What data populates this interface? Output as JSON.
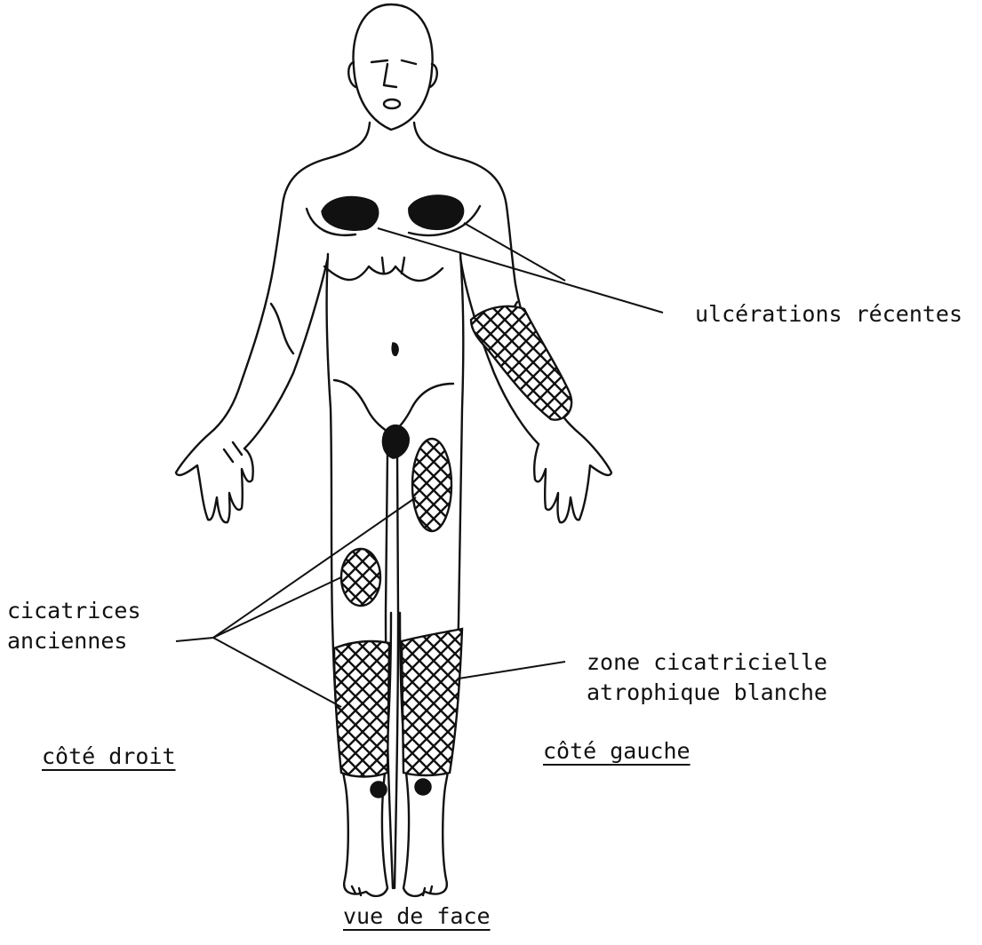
{
  "labels": {
    "ulcers": "ulcérations récentes",
    "old_scars_line1": "cicatrices",
    "old_scars_line2": "anciennes",
    "atrophic_line1": "zone cicatricielle",
    "atrophic_line2": "atrophique blanche",
    "right_side": "côté droit",
    "left_side": "côté gauche",
    "view": "vue de face"
  },
  "colors": {
    "ink": "#111111",
    "paper": "#ffffff"
  }
}
